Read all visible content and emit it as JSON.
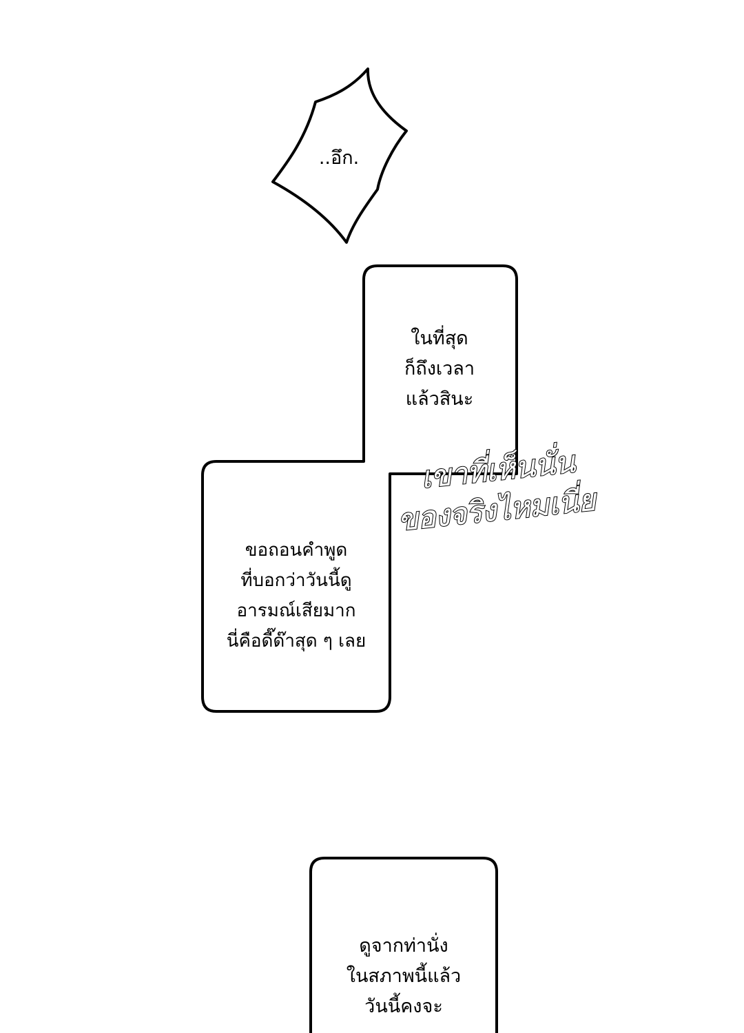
{
  "bubbles": {
    "gasp": {
      "text": "..อึก."
    },
    "finally": {
      "lines": [
        "ในที่สุด",
        "ก็ถึงเวลา",
        "แล้วสินะ"
      ]
    },
    "retract": {
      "lines": [
        "ขอถอนคำพูด",
        "ที่บอกว่าวันนี้ดู",
        "อารมณ์เสียมาก",
        "นี่คือดี๊ด๊าสุด ๆ เลย"
      ]
    },
    "posture": {
      "lines": [
        "ดูจากท่านั่ง",
        "ในสภาพนี้แล้ว",
        "วันนี้คงจะ"
      ]
    }
  },
  "sfx": {
    "lines": [
      "เขาที่เห็นนั่น",
      "ของจริงไหมเนี่ย"
    ]
  },
  "colors": {
    "background": "#ffffff",
    "ink": "#000000"
  }
}
